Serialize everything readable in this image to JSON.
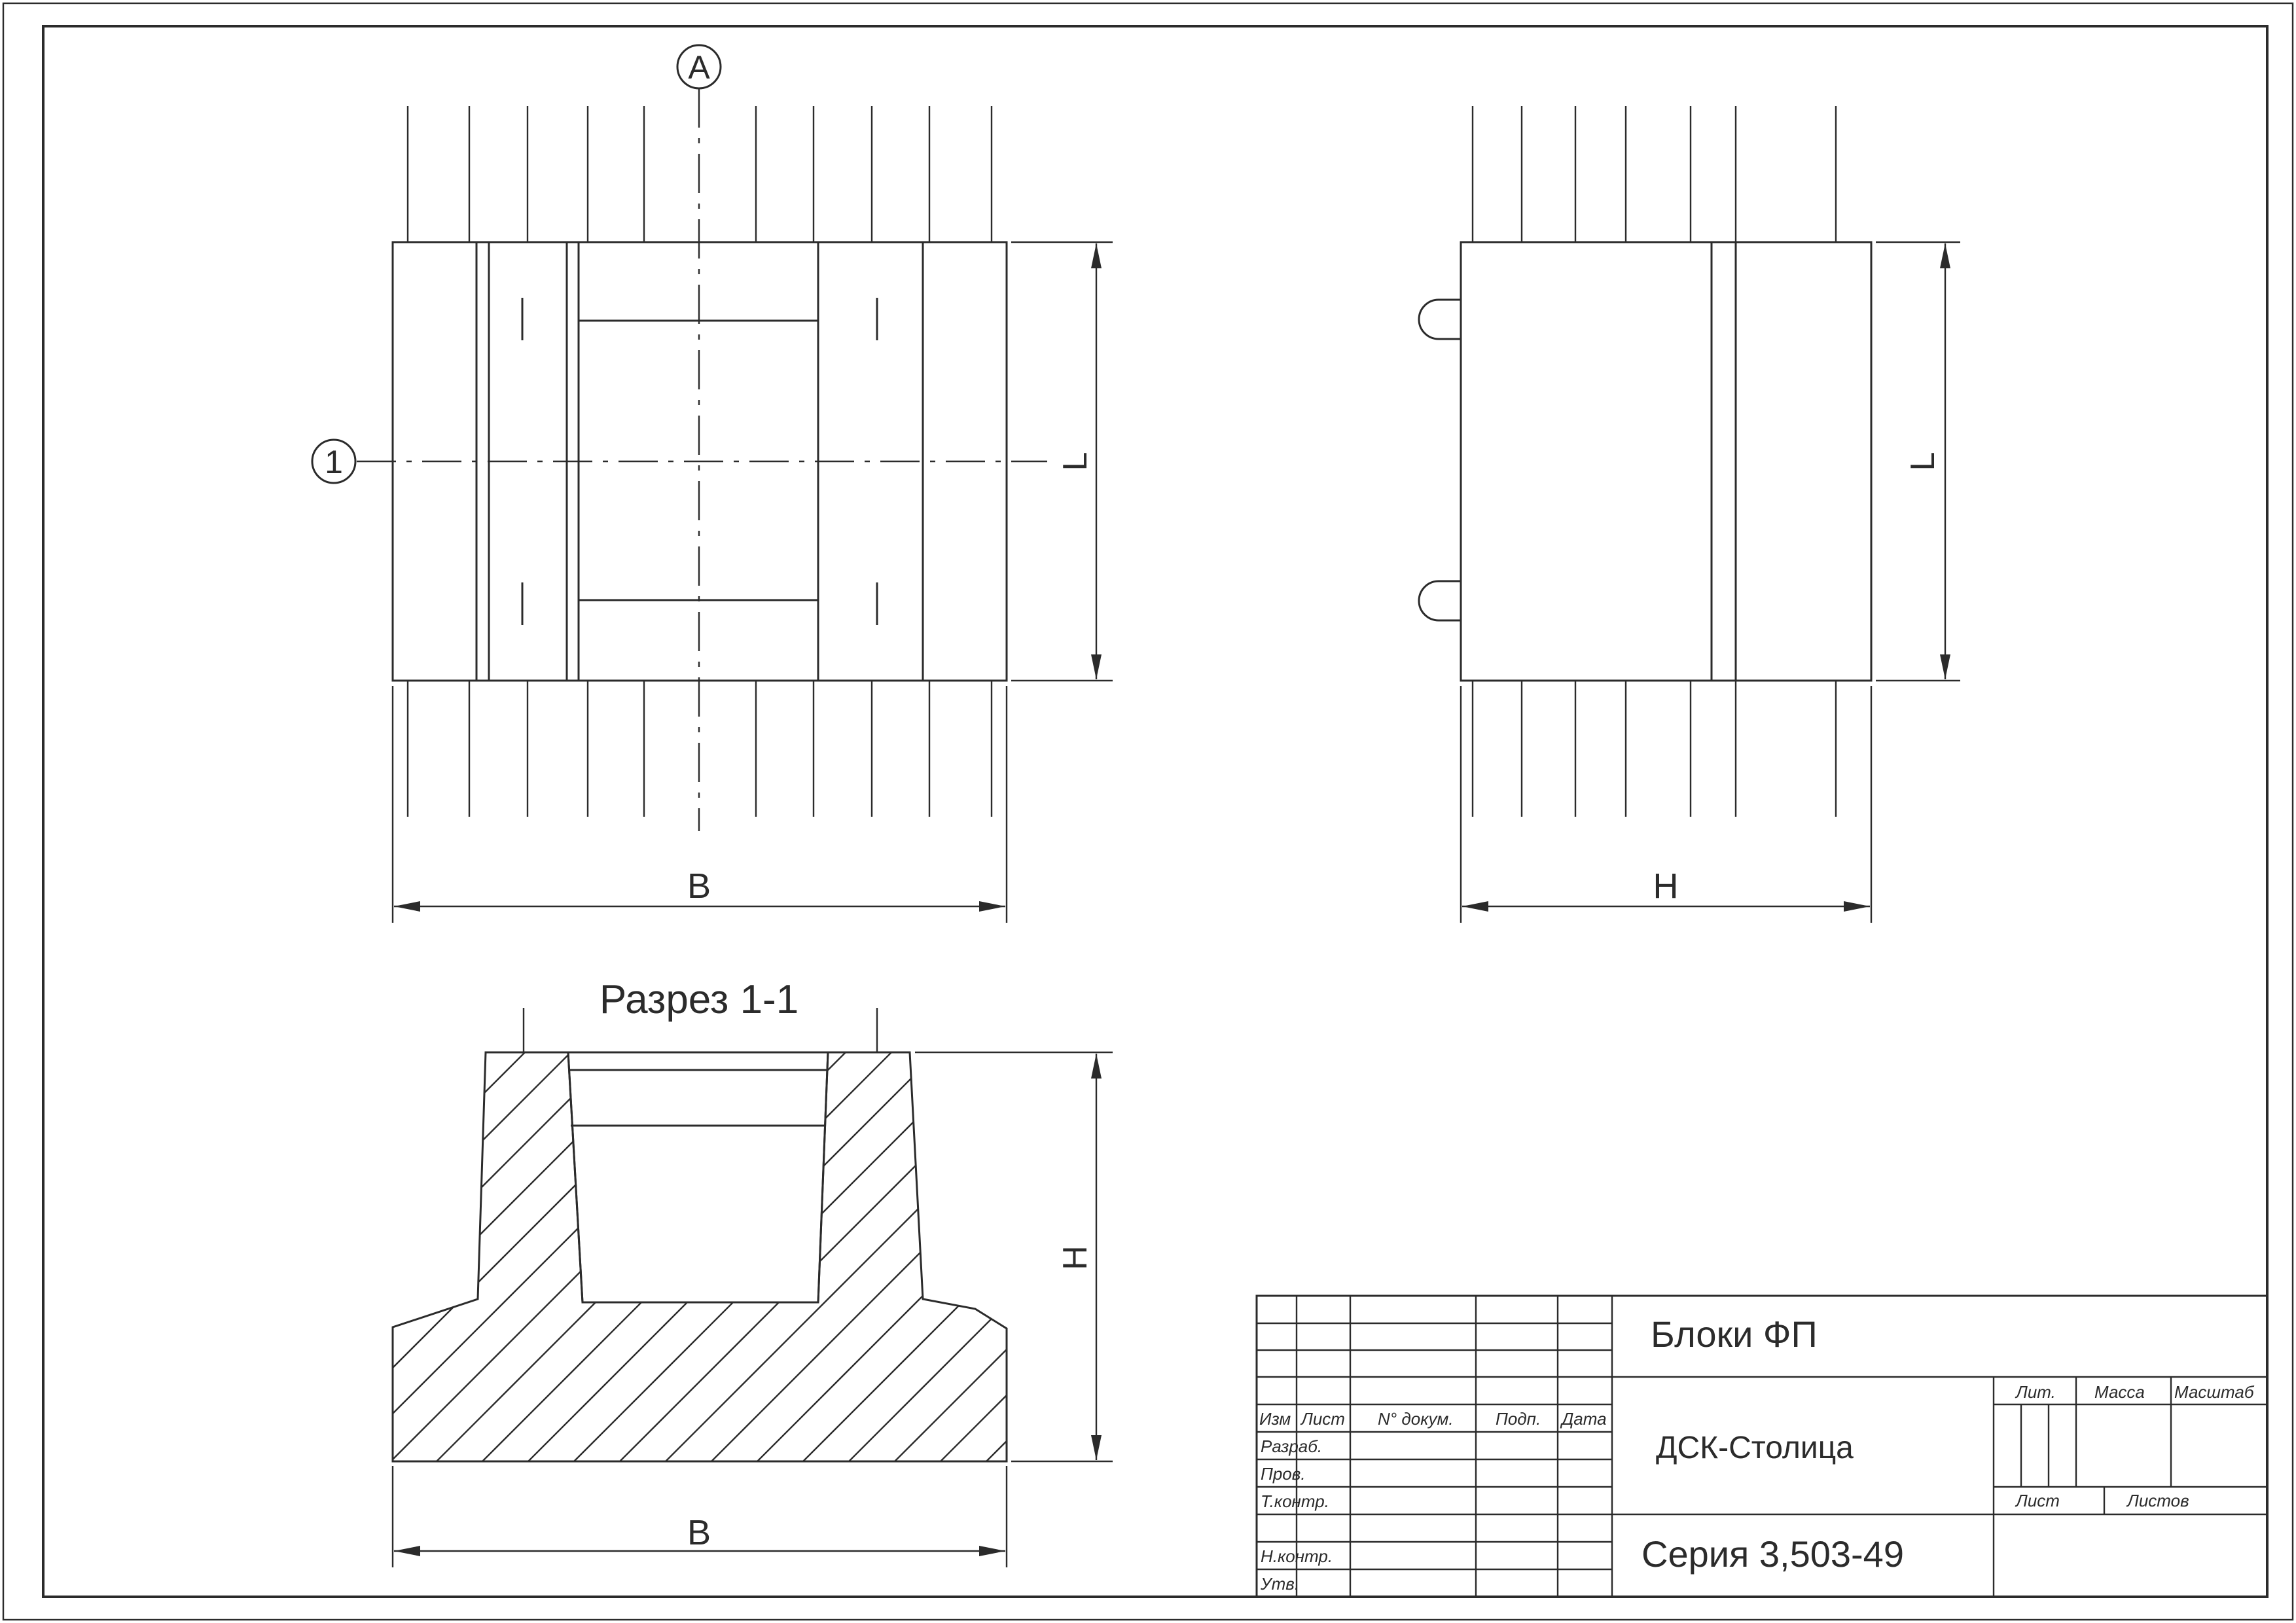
{
  "views": {
    "plan": {
      "axis_top": "A",
      "axis_left": "1",
      "dim_width": "B",
      "dim_length": "L"
    },
    "side": {
      "dim_width": "H",
      "dim_length": "L"
    },
    "section": {
      "title": "Разрез 1-1",
      "dim_width": "B",
      "dim_height": "H"
    }
  },
  "title_block": {
    "col_headers": [
      "Изм",
      "Лист",
      "N° докум.",
      "Подп.",
      "Дата"
    ],
    "rows": [
      "Разраб.",
      "Пров.",
      "Т.контр.",
      "",
      "Н.контр.",
      "Утв."
    ],
    "name": "Блоки ФП",
    "organization": "ДСК-Столица",
    "series": "Серия 3,503-49",
    "lit_label": "Лит.",
    "mass_label": "Масса",
    "scale_label": "Масштаб",
    "sheet_label": "Лист",
    "sheets_label": "Листов"
  }
}
